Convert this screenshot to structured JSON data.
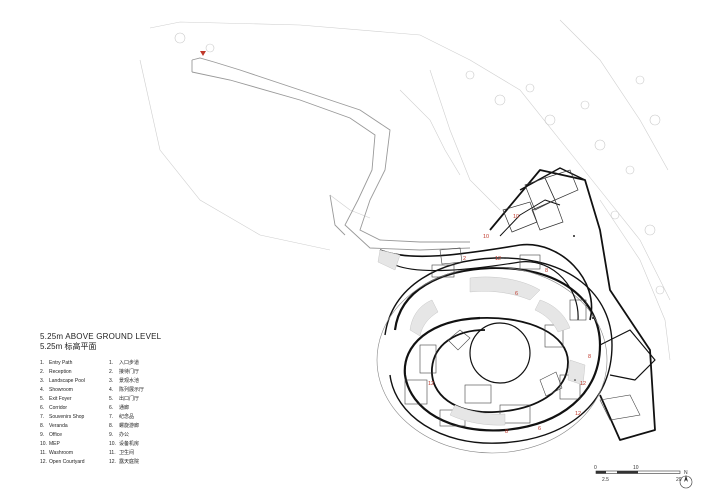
{
  "legend": {
    "title": "5.25m ABOVE GROUND LEVEL",
    "title_cn": "5.25m 标高平面",
    "items": [
      {
        "n": "1.",
        "en": "Entry Path",
        "n_cn": "1.",
        "cn": "入口步道"
      },
      {
        "n": "2.",
        "en": "Reception",
        "n_cn": "2.",
        "cn": "接待门厅"
      },
      {
        "n": "3.",
        "en": "Landscape Pool",
        "n_cn": "3.",
        "cn": "景观水池"
      },
      {
        "n": "4.",
        "en": "Showroom",
        "n_cn": "4.",
        "cn": "陈列展示厅"
      },
      {
        "n": "5.",
        "en": "Exit Foyer",
        "n_cn": "5.",
        "cn": "出口门厅"
      },
      {
        "n": "6.",
        "en": "Corridor",
        "n_cn": "6.",
        "cn": "通廊"
      },
      {
        "n": "7.",
        "en": "Souvenirs Shop",
        "n_cn": "7.",
        "cn": "纪念品"
      },
      {
        "n": "8.",
        "en": "Veranda",
        "n_cn": "8.",
        "cn": "螺旋游廊"
      },
      {
        "n": "9.",
        "en": "Office",
        "n_cn": "9.",
        "cn": "办公"
      },
      {
        "n": "10.",
        "en": "MEP",
        "n_cn": "10.",
        "cn": "设备机房"
      },
      {
        "n": "11.",
        "en": "Washroom",
        "n_cn": "11.",
        "cn": "卫生间"
      },
      {
        "n": "12.",
        "en": "Open Courtyard",
        "n_cn": "12.",
        "cn": "露天庭院"
      }
    ]
  },
  "room_labels": {
    "r2": "2",
    "r6a": "6",
    "r6b": "6",
    "r8a": "8",
    "r8b": "8",
    "r8c": "8",
    "r10a": "10",
    "r10b": "10",
    "r12a": "12",
    "r12b": "12",
    "r12c": "12",
    "r12d": "12"
  },
  "scale_bar": {
    "t0": "0",
    "t1": "2.5",
    "t2": "10",
    "t3": "20"
  },
  "north_label": "N",
  "colors": {
    "accent_marker": "#c0392b",
    "room_number": "#c0392b",
    "wall": "#111111",
    "site_line": "#c8c8c8"
  }
}
